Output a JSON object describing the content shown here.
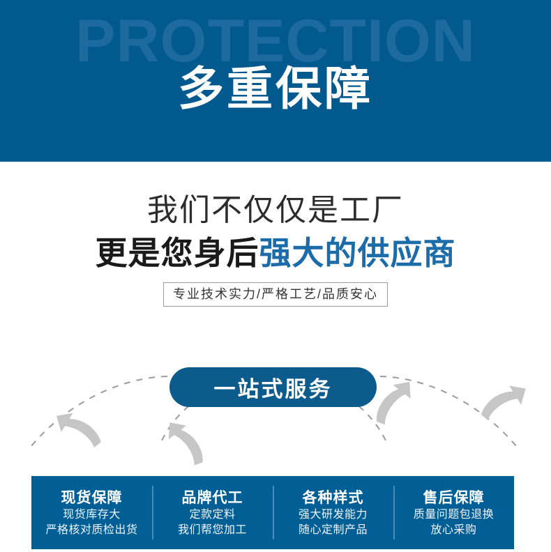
{
  "header": {
    "watermark": "PROTECTION",
    "title": "多重保障",
    "bg_color": "#02598E",
    "watermark_color": "#1C6A9E"
  },
  "middle": {
    "line1": "我们不仅仅是工厂",
    "line2_dark": "更是您身后",
    "line2_accent": "强大的供应商",
    "tagline": "专业技术实力/严格工艺/品质安心",
    "accent_color": "#1B6CA8"
  },
  "pill": {
    "label": "一站式服务",
    "bg_color": "#0B5B8C"
  },
  "bottom": {
    "bg_color": "#025F96",
    "columns": [
      {
        "title": "现货保障",
        "sub1": "现货库存大",
        "sub2": "严格核对质检出货"
      },
      {
        "title": "品牌代工",
        "sub1": "定款定料",
        "sub2": "我们帮您加工"
      },
      {
        "title": "各种样式",
        "sub1": "强大研发能力",
        "sub2": "随心定制产品"
      },
      {
        "title": "售后保障",
        "sub1": "质量问题包退换",
        "sub2": "放心采购"
      }
    ]
  },
  "decor": {
    "arrow_color": "#C6C6C6",
    "dash_color": "#9b9b9b"
  }
}
